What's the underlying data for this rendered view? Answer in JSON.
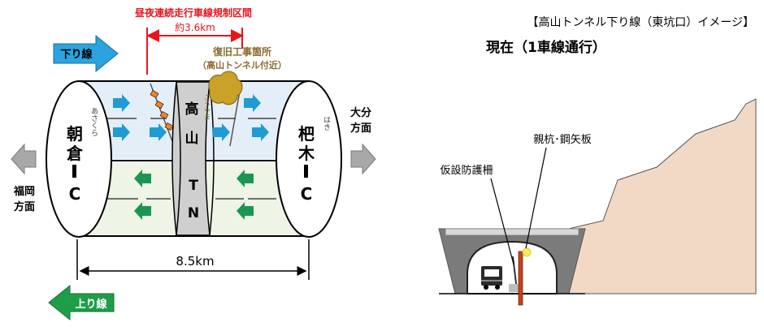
{
  "left_diagram": {
    "regulation_label": "昼夜連続走行車線規制区間",
    "regulation_length": "約3.6km",
    "worksite_label_line1": "復旧工事箇所",
    "worksite_label_line2": "（高山トンネル付近）",
    "down_line_label": "下り線",
    "up_line_label": "上り線",
    "asakura_ic": "朝倉IC",
    "asakura_ruby": "あさくら",
    "haki_ic": "杷木IC",
    "haki_ruby": "はき",
    "takayama": "高山",
    "takayama_ruby": "こうやま",
    "tn": "TN",
    "east_direction": "大分方面",
    "west_direction": "福岡方面",
    "total_length": "8.5km",
    "colors": {
      "regulation_red": "#e8141c",
      "down_blue": "#1f9bd6",
      "up_green": "#1a9650",
      "worksite_brown": "#8b6a2e"
    }
  },
  "right_diagram": {
    "title": "【高山トンネル下り線（東坑口）イメージ】",
    "subtitle": "現在（1車線通行）",
    "guard_fence_label": "仮設防護柵",
    "pile_label": "親杭･鋼矢板"
  }
}
